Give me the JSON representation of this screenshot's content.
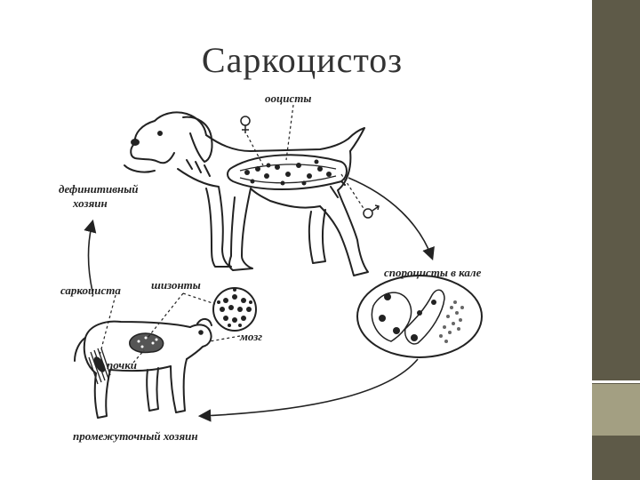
{
  "slide": {
    "title": "Саркоцистоз"
  },
  "diagram": {
    "labels": {
      "oocysts": "ооцисты",
      "definitive_host_line1": "дефинитивный",
      "definitive_host_line2": "хозяин",
      "sporocysts": "спороцисты в кале",
      "sarcocyst": "саркоциста",
      "schizonts": "шизонты",
      "brain": "мозг",
      "kidneys": "почки",
      "intermediate_host": "промежуточный хозяин"
    }
  },
  "colors": {
    "side_bar_dark": "#5e5a48",
    "side_bar_light": "#a39f82",
    "title": "#333333",
    "ink": "#222222"
  }
}
